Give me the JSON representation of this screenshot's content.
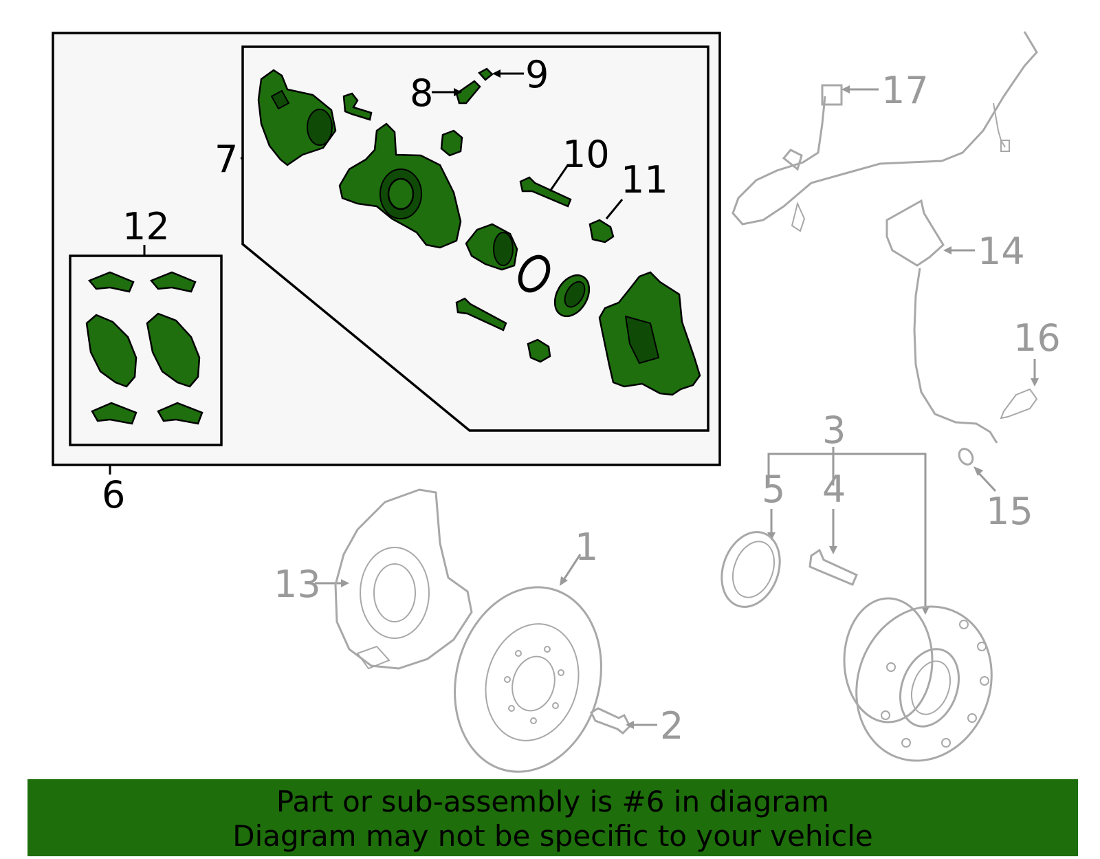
{
  "colors": {
    "highlight_fill": "#1f6f0f",
    "banner_bg": "#1e6e0b",
    "inactive_line": "#9a9a9a",
    "panel_bg": "#f7f7f7"
  },
  "callouts": {
    "c1": "1",
    "c2": "2",
    "c3": "3",
    "c4": "4",
    "c5": "5",
    "c6": "6",
    "c7": "7",
    "c8": "8",
    "c9": "9",
    "c10": "10",
    "c11": "11",
    "c12": "12",
    "c13": "13",
    "c14": "14",
    "c15": "15",
    "c16": "16",
    "c17": "17"
  },
  "banner": {
    "line1": "Part or sub-assembly is #6 in diagram",
    "line2": "Diagram may not be specific to your vehicle"
  }
}
